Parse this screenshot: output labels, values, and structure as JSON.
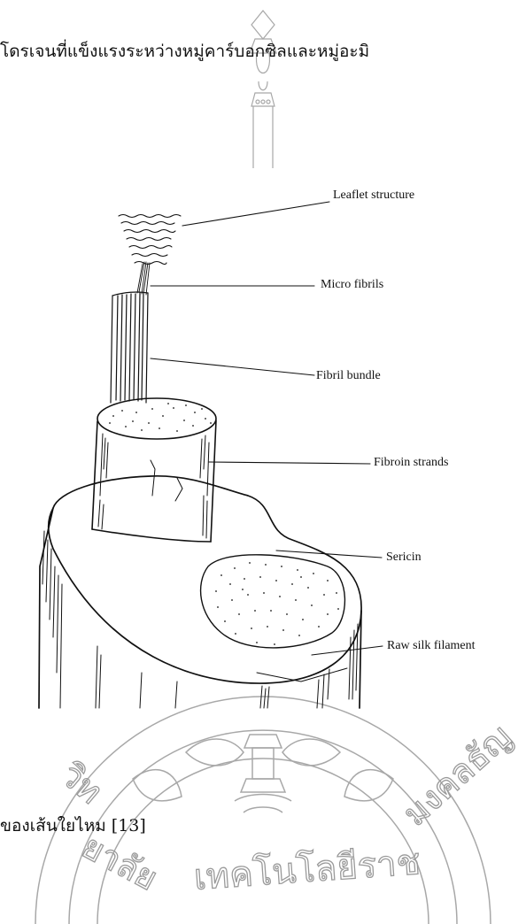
{
  "page": {
    "heading_text": "โดรเจนที่แข็งแรงระหว่างหมู่คาร์บอกซิลและหมู่อะมิ",
    "caption_text": "ของเส้นใยไหม [13]"
  },
  "watermark": {
    "seal_text": "ราชมงคลธัญบุรี",
    "arc_text": "วิทยาลัยเทคโนโลยีราชมงคล"
  },
  "diagram": {
    "labels": {
      "leaflet": "Leaflet structure",
      "microfibrils": "Micro fibrils",
      "fibril_bundle": "Fibril bundle",
      "fibroin": "Fibroin strands",
      "sericin": "Sericin",
      "raw_silk": "Raw silk filament"
    }
  },
  "colors": {
    "ink": "#111111",
    "watermark": "#9a9a9a"
  }
}
